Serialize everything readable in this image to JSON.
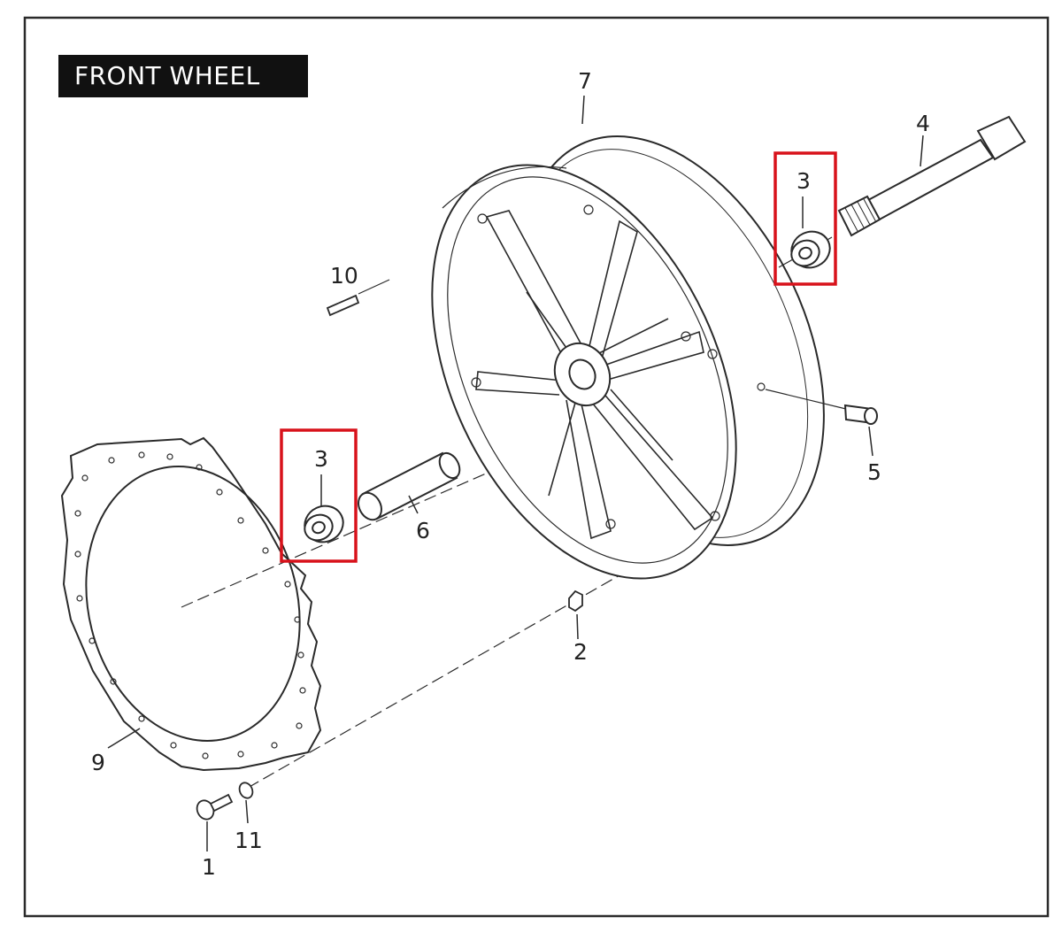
{
  "title": "FRONT WHEEL",
  "colors": {
    "line": "#2a2a2a",
    "title_bg": "#111111",
    "title_text": "#ffffff",
    "highlight": "#d8121b",
    "paper": "#ffffff"
  },
  "callouts": {
    "c1": "1",
    "c2": "2",
    "c3_left": "3",
    "c3_right": "3",
    "c4": "4",
    "c5": "5",
    "c6": "6",
    "c7": "7",
    "c9": "9",
    "c10": "10",
    "c11": "11"
  }
}
